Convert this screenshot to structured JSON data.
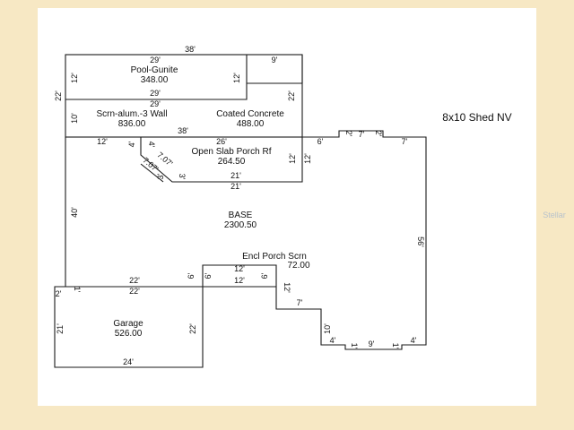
{
  "note": "8x10 Shed NV",
  "watermark": "Stellar",
  "areas": [
    {
      "name": "Pool-Gunite",
      "value": "348.00"
    },
    {
      "name": "Scrn-alum.-3 Wall",
      "value": "836.00"
    },
    {
      "name": "Coated Concrete",
      "value": "488.00"
    },
    {
      "name": "Open Slab Porch Rf",
      "value": "264.50"
    },
    {
      "name": "BASE",
      "value": "2300.50"
    },
    {
      "name": "Encl Porch Scrn",
      "value": "72.00"
    },
    {
      "name": "Garage",
      "value": "526.00"
    }
  ],
  "dims": {
    "top_38": "38'",
    "pool_top_29": "29'",
    "pool_bottom_29": "29'",
    "screen_top_29": "29'",
    "right_9": "9'",
    "pool_left_12": "12'",
    "pool_right_12": "12'",
    "left_22": "22'",
    "right_22": "22'",
    "left_10": "10'",
    "mid_38": "38'",
    "left_12": "12'",
    "four_a": "4'",
    "four_b": "4'",
    "porch_26": "26'",
    "diag_a": "7.07'",
    "diag_b": "7.07'",
    "three_a": "3'",
    "three_b": "3'",
    "porch_21_a": "21'",
    "porch_21_b": "21'",
    "porch_right_12": "12'",
    "six_top": "6'",
    "two_a": "2'",
    "seven_top": "7'",
    "two_b": "2'",
    "seven_right": "7'",
    "left_40": "40'",
    "right_56": "56'",
    "encl_12_top": "12'",
    "encl_12_bottom": "12'",
    "six_l1": "6'",
    "six_l2": "6'",
    "six_r": "6'",
    "garage_22_top": "22'",
    "garage_22_bottom": "22'",
    "two_left": "2'",
    "one_left": "1'",
    "twelve_right": "12'",
    "seven_mid": "7'",
    "ten_right": "10'",
    "four_bl": "4'",
    "one_b1": "1'",
    "nine_b": "9'",
    "one_b2": "1'",
    "four_br": "4'",
    "garage_21": "21'",
    "garage_right_22": "22'",
    "garage_24": "24'"
  }
}
